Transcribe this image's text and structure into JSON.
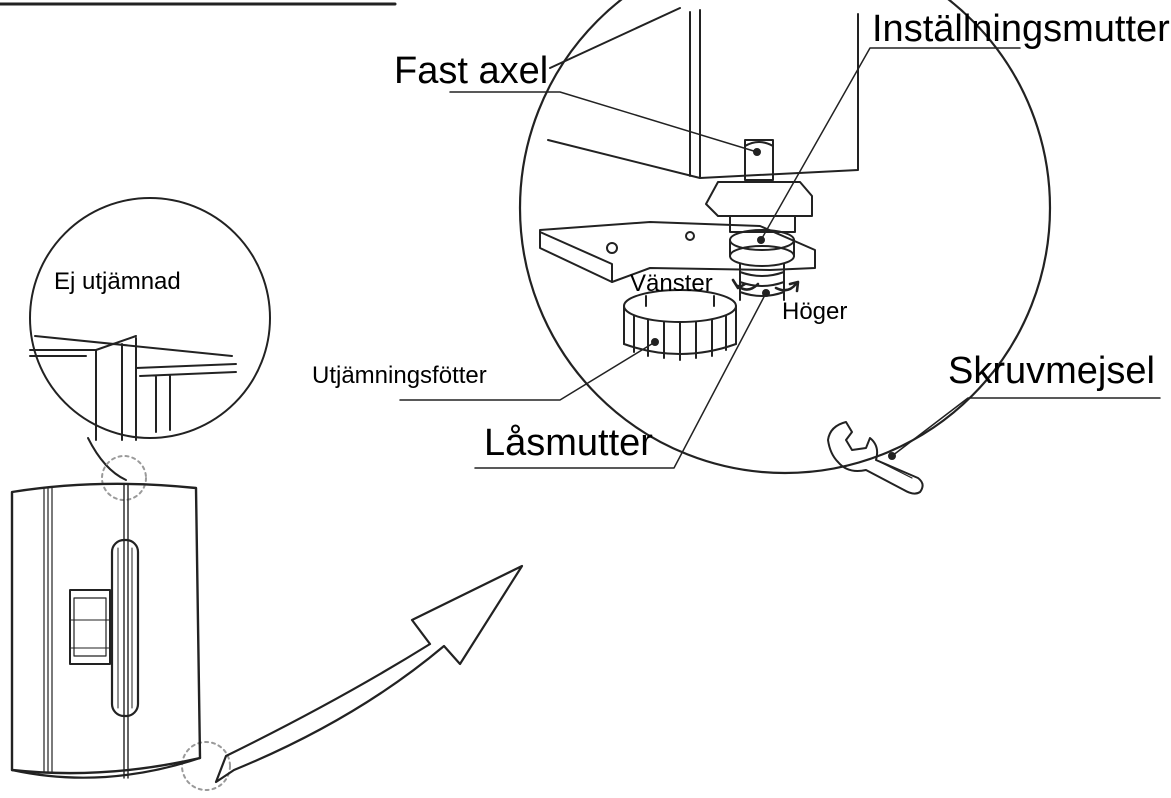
{
  "labels": {
    "fast_axel": "Fast axel",
    "installningsmutter": "Inställningsmutter",
    "vanster": "Vänster",
    "hoger": "Höger",
    "utjamningsfotter": "Utjämningsfötter",
    "lasmutter": "Låsmutter",
    "skruvmejsel": "Skruvmejsel",
    "ej_utjamnad": "Ej utjämnad"
  },
  "colors": {
    "line": "#222222",
    "dashed": "#9a9a9a",
    "background": "#ffffff"
  }
}
